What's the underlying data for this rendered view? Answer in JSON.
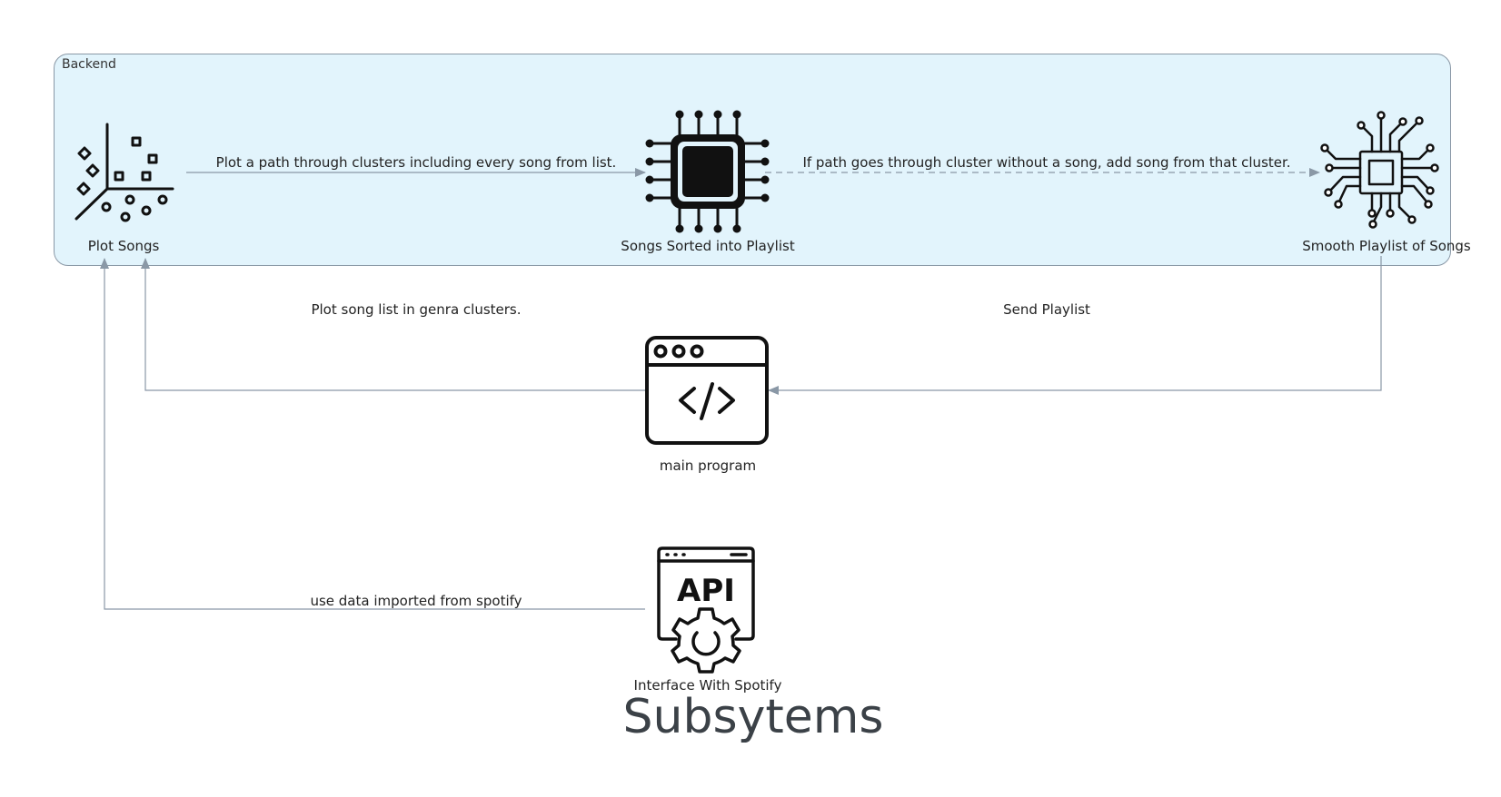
{
  "diagram": {
    "title": "Subsytems",
    "group": {
      "label": "Backend",
      "fill": "#e2f4fc",
      "stroke": "#8a98a6"
    },
    "nodes": {
      "plot_songs": {
        "label": "Plot Songs",
        "icon": "scatter-plot-icon"
      },
      "sorted": {
        "label": "Songs Sorted into Playlist",
        "icon": "cpu-chip-icon"
      },
      "smooth": {
        "label": "Smooth Playlist of Songs",
        "icon": "circuit-chip-icon"
      },
      "main": {
        "label": "main program",
        "icon": "code-window-icon"
      },
      "api": {
        "label": "Interface With Spotify",
        "icon": "api-gear-icon"
      }
    },
    "edges": {
      "plot_to_sorted": "Plot a path through clusters including every song from list.",
      "sorted_to_smooth": "If path goes through cluster without a song, add song from that cluster.",
      "main_to_plot": "Plot song list in genra clusters.",
      "smooth_to_main": "Send Playlist",
      "api_to_plot": "use data imported from spotify"
    },
    "edge_color": "#8a98a6"
  }
}
